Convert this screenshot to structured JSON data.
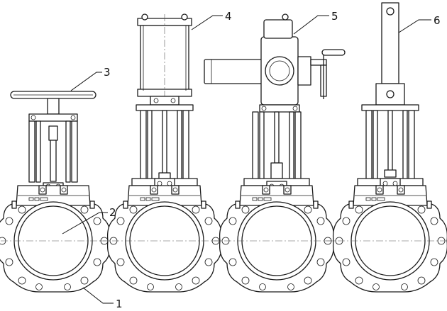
{
  "callouts": [
    {
      "n": "1"
    },
    {
      "n": "2"
    },
    {
      "n": "3"
    },
    {
      "n": "4"
    },
    {
      "n": "5"
    },
    {
      "n": "6"
    }
  ]
}
